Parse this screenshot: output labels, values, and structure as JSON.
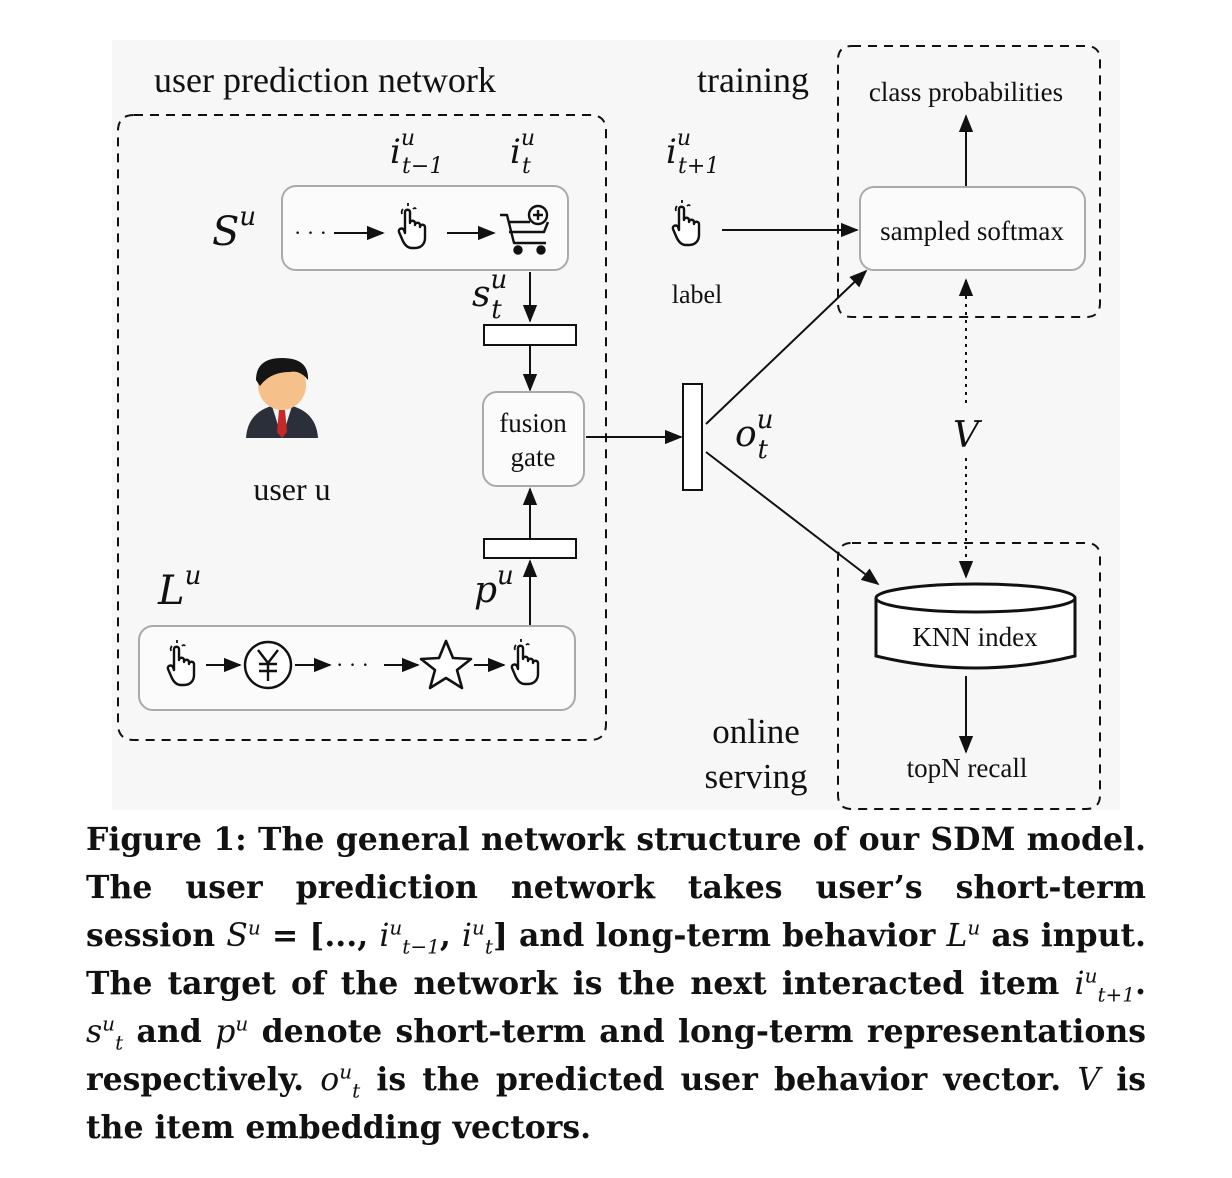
{
  "labels": {
    "user_prediction_network": "user prediction network",
    "training": "training",
    "class_probabilities": "class probabilities",
    "sampled_softmax": "sampled softmax",
    "label": "label",
    "fusion_gate_line1": "fusion",
    "fusion_gate_line2": "gate",
    "user_u": "user u",
    "knn_index": "KNN index",
    "online": "online",
    "serving": "serving",
    "topn_recall": "topN  recall",
    "V": "V",
    "S_u": "S",
    "L_u": "L",
    "sup_u": "u",
    "i_t_minus_1": "i",
    "i_t": "i",
    "i_t_plus_1": "i",
    "s_t": "s",
    "p_u": "p",
    "o_t": "o",
    "sub_t_minus_1": "t−1",
    "sub_t": "t",
    "sub_t_plus_1": "t+1",
    "dots": "· · ·"
  },
  "icons": {
    "tap": "hand-pointer-icon",
    "cart": "shopping-cart-icon",
    "yuan": "yuan-coin-icon",
    "star": "star-outline-icon",
    "user": "businessman-avatar-icon"
  },
  "caption": {
    "prefix": "Figure 1: The general network structure of our SDM model. The user prediction network takes user’s short-term session ",
    "s_eq": "S",
    "eq_mid": " = [..., ",
    "eq_end": "] and long-term behavior ",
    "L_sym": "L",
    "mid1": " as input. The target of the network is the next interacted item ",
    "mid2": ". ",
    "and": " and ",
    "mid3": " denote short-term and long-term representations respectively. ",
    "mid4": " is the predicted user behavior vector. ",
    "V": "V",
    "end": " is the item embedding vectors.",
    "u": "u",
    "t": "t",
    "t_minus_1": "t−1",
    "t_plus_1": "t+1",
    "i": "i",
    "s": "s",
    "p": "p",
    "o": "o"
  }
}
